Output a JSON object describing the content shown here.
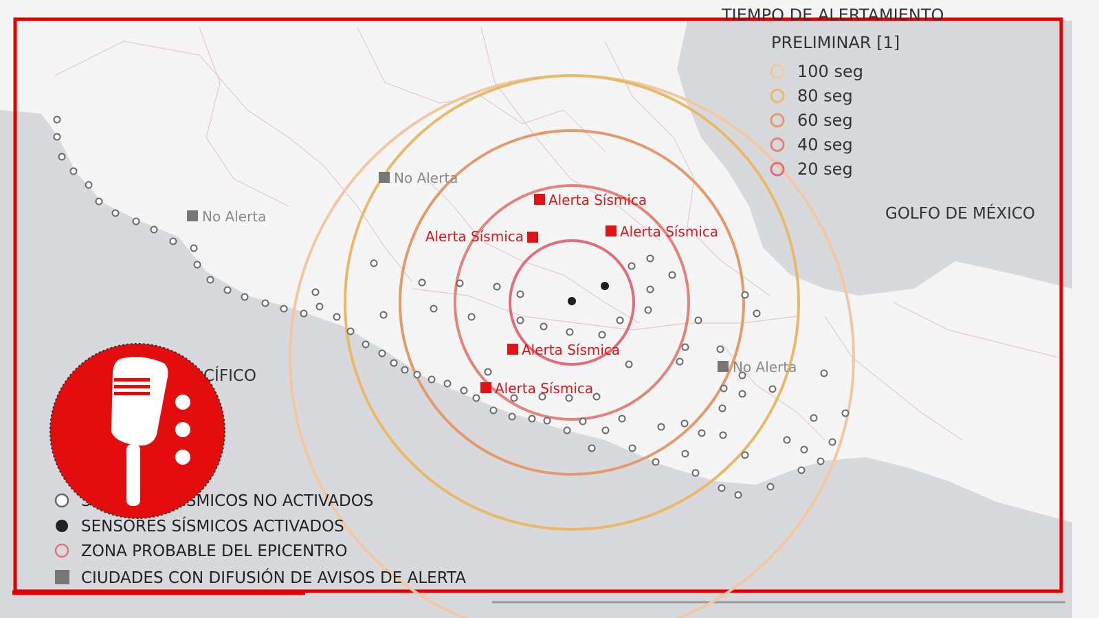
{
  "legend_title": {
    "line1": "TIEMPO DE ALERTAMIENTO",
    "line2": "PRELIMINAR [1]"
  },
  "time_rings": [
    {
      "label": "100 seg",
      "color": "#f2c7a2"
    },
    {
      "label": "80 seg",
      "color": "#e9b96a"
    },
    {
      "label": "60 seg",
      "color": "#e49a6a"
    },
    {
      "label": "40 seg",
      "color": "#e3837a"
    },
    {
      "label": "20 seg",
      "color": "#e16d7b"
    }
  ],
  "sea_labels": {
    "gulf": "GOLFO DE MÉXICO",
    "pacific": "CÍFICO"
  },
  "cities": [
    {
      "label": "No Alerta",
      "status": "no-alert"
    },
    {
      "label": "No Alerta",
      "status": "no-alert"
    },
    {
      "label": "No Alerta",
      "status": "no-alert"
    },
    {
      "label": "Alerta Sísmica",
      "status": "alert"
    },
    {
      "label": "Alerta Sísmica",
      "status": "alert"
    },
    {
      "label": "Alerta Sísmica",
      "status": "alert"
    },
    {
      "label": "Alerta Sísmica",
      "status": "alert"
    },
    {
      "label": "Alerta Sísmica",
      "status": "alert"
    }
  ],
  "map_legend": [
    {
      "label": "SENSORES SÍSMICOS NO ACTIVADOS",
      "symbol": "open-circle"
    },
    {
      "label": "SENSORES SÍSMICOS ACTIVADOS",
      "symbol": "filled-circle"
    },
    {
      "label": "ZONA PROBABLE DEL EPICENTRO",
      "symbol": "red-circle"
    },
    {
      "label": "CIUDADES CON DIFUSIÓN DE AVISOS DE ALERTA",
      "symbol": "gray-square"
    }
  ],
  "colors": {
    "frame": "#e00000",
    "alert": "#e01414",
    "no_alert": "#777777",
    "sea": "#d7d9dc",
    "land": "#f5f5f5",
    "badge": "#e30d0d"
  },
  "badge_icon": "microphone-icon"
}
